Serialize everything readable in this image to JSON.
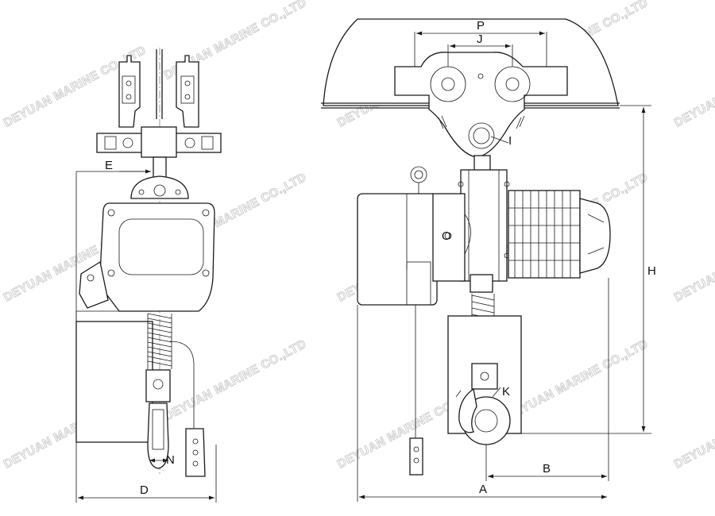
{
  "watermark": {
    "text": "DEYUAN MARINE CO.,LTD"
  },
  "labels": {
    "P": "P",
    "J": "J",
    "I": "I",
    "O": "O",
    "H": "H",
    "K": "K",
    "B": "B",
    "A": "A",
    "E": "E",
    "N": "N",
    "D": "D"
  }
}
